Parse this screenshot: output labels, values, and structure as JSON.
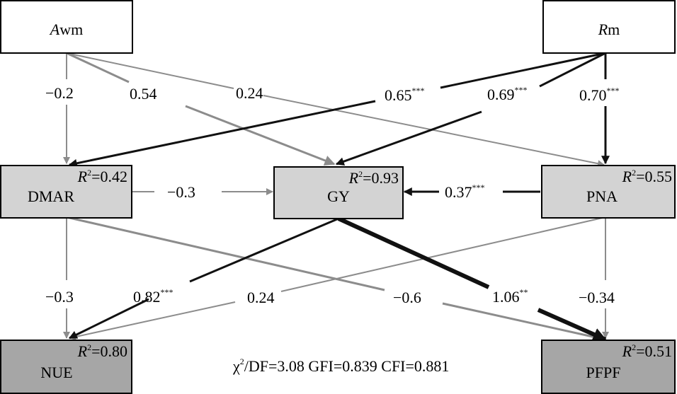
{
  "nodes": {
    "awm": {
      "prefix": "A",
      "suffix": "wm"
    },
    "rm": {
      "prefix": "R",
      "suffix": "m"
    },
    "dmar": {
      "label": "DMAR",
      "r2": "=0.42"
    },
    "gy": {
      "label": "GY",
      "r2": "=0.93"
    },
    "pna": {
      "label": "PNA",
      "r2": "=0.55"
    },
    "nue": {
      "label": "NUE",
      "r2": "=0.80"
    },
    "pfpf": {
      "label": "PFPF",
      "r2": "=0.51"
    }
  },
  "r2_prefix": "R",
  "r2_sup": "2",
  "paths": {
    "awm_dmar": {
      "value": "−0.2",
      "sig": ""
    },
    "awm_gy": {
      "value": "0.54",
      "sig": ""
    },
    "awm_pna": {
      "value": "0.24",
      "sig": ""
    },
    "rm_dmar": {
      "value": "0.65",
      "sig": "***"
    },
    "rm_gy": {
      "value": "0.69",
      "sig": "***"
    },
    "rm_pna": {
      "value": "0.70",
      "sig": "***"
    },
    "dmar_gy": {
      "value": "−0.3",
      "sig": ""
    },
    "pna_gy": {
      "value": "0.37",
      "sig": "***"
    },
    "dmar_nue": {
      "value": "−0.3",
      "sig": ""
    },
    "gy_nue": {
      "value": "0.82",
      "sig": "***"
    },
    "pna_nue": {
      "value": "0.24",
      "sig": ""
    },
    "dmar_pfpf": {
      "value": "−0.6",
      "sig": ""
    },
    "gy_pfpf": {
      "value": "1.06",
      "sig": "**"
    },
    "pna_pfpf": {
      "value": "−0.34",
      "sig": ""
    }
  },
  "fit": {
    "chi": "χ",
    "chi_sup": "2",
    "rest": "/DF=3.08  GFI=0.839  CFI=0.881"
  },
  "colors": {
    "nonsignificant_path": "#8c8c8c",
    "significant_path": "#111111",
    "mid_box_fill": "#d3d3d3",
    "bottom_box_fill": "#a6a6a6",
    "top_box_fill": "#ffffff"
  }
}
